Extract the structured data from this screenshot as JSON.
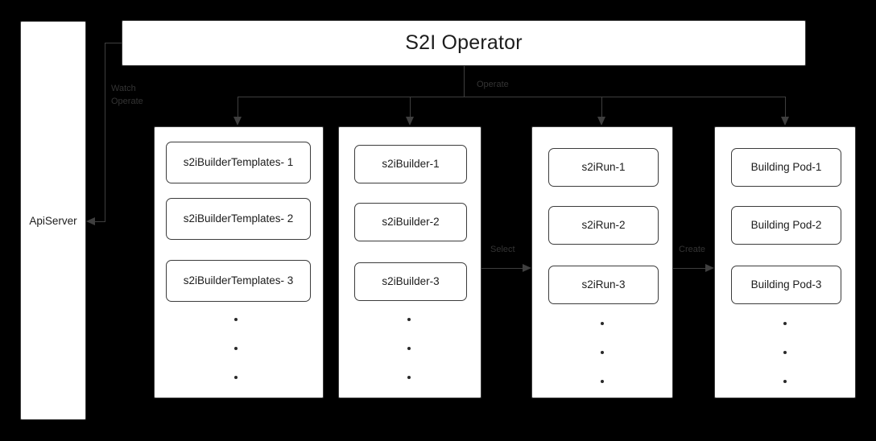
{
  "diagram": {
    "title": "S2I Operator",
    "background_color": "#000000",
    "box_fill": "#ffffff",
    "stroke_color": "#3c3c3c",
    "label_color": "#343434"
  },
  "api_server": {
    "label": "ApiServer"
  },
  "operator": {
    "label": "S2I Operator"
  },
  "edges": [
    {
      "name": "watch-operate",
      "label": "Watch\nOperate",
      "from": "S2I Operator",
      "to": "ApiServer"
    },
    {
      "name": "operate",
      "label": "Operate",
      "from": "S2I Operator",
      "to": "columns"
    },
    {
      "name": "select",
      "label": "Select",
      "from": "s2iBuilder",
      "to": "s2iRun"
    },
    {
      "name": "create",
      "label": "Create",
      "from": "s2iRun",
      "to": "Building Pod"
    }
  ],
  "columns": [
    {
      "name": "s2ibuildertemplates",
      "items": [
        "s2iBuilderTemplates-\n1",
        "s2iBuilderTemplates-\n2",
        "s2iBuilderTemplates-\n3"
      ],
      "ellipsis_dots": 3
    },
    {
      "name": "s2ibuilder",
      "items": [
        "s2iBuilder-1",
        "s2iBuilder-2",
        "s2iBuilder-3"
      ],
      "ellipsis_dots": 3
    },
    {
      "name": "s2irun",
      "items": [
        "s2iRun-1",
        "s2iRun-2",
        "s2iRun-3"
      ],
      "ellipsis_dots": 3
    },
    {
      "name": "building-pod",
      "items": [
        "Building Pod-1",
        "Building Pod-2",
        "Building Pod-3"
      ],
      "ellipsis_dots": 3
    }
  ]
}
